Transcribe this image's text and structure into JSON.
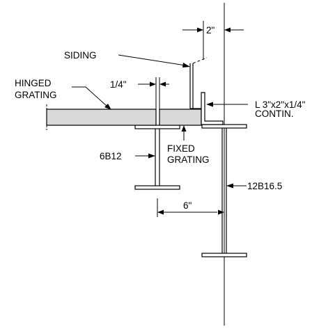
{
  "labels": {
    "siding": "SIDING",
    "hinged_1": "HINGED",
    "hinged_2": "GRATING",
    "quarter_inch": "1/4\"",
    "two_inch": "2\"",
    "angle_1": "L 3\"x2\"x1/4\"",
    "angle_2": "CONTIN.",
    "fixed_1": "FIXED",
    "fixed_2": "GRATING",
    "small_beam": "6B12",
    "large_beam": "12B16.5",
    "six_inch": "6\""
  }
}
